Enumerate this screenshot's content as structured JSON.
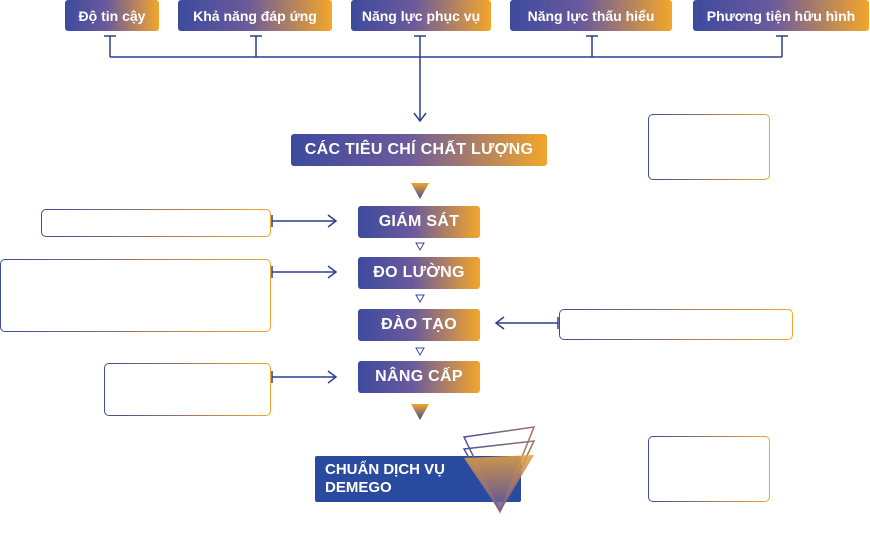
{
  "top_criteria": [
    "Độ tin cậy",
    "Khả năng đáp ứng",
    "Năng lực phục vụ",
    "Năng lực thấu hiểu",
    "Phương tiện hữu hình"
  ],
  "main_title": "CÁC TIÊU CHÍ CHẤT LƯỢNG",
  "steps": [
    "GIÁM SÁT",
    "ĐO LƯỜNG",
    "ĐÀO TẠO",
    "NÂNG CẤP"
  ],
  "final": {
    "line1": "CHUẨN DỊCH VỤ",
    "line2": "DEMEGO"
  },
  "colors": {
    "navy": "#3d4a9e",
    "orange": "#f3a62a",
    "final_blue": "#2a4aa0",
    "line": "#2f3f8f"
  }
}
